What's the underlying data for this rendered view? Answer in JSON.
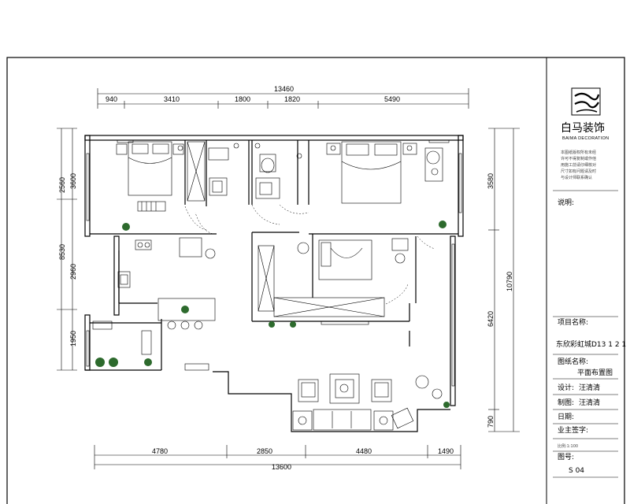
{
  "drawing": {
    "top_dimensions": {
      "total": "13460",
      "segments": [
        "940",
        "3410",
        "1800",
        "1820",
        "5490"
      ]
    },
    "bottom_dimensions": {
      "total": "13600",
      "segments": [
        "4780",
        "2850",
        "4480",
        "1490"
      ]
    },
    "left_dimensions": {
      "outer": [
        "2560",
        "8530",
        "1950"
      ],
      "inner": [
        "3600",
        "2960"
      ]
    },
    "right_dimensions": {
      "outer": [
        "3580",
        "6420",
        "790"
      ],
      "total": "10790"
    }
  },
  "title_block": {
    "company_name": "白马装饰",
    "company_name_en": "BAIMA DECORATION",
    "notice_lines": [
      "本图纸版权所有未经",
      "许可不得复制或作他",
      "用施工前请仔细核对",
      "尺寸如有问题请及时",
      "与设计师联系确认"
    ],
    "description_label": "说明:",
    "project_label": "项目名称:",
    "project_value": "东欣彩虹城D13 1 2 1",
    "drawing_name_label": "图纸名称:",
    "drawing_name_value": "平面布置图",
    "designer_label": "设计:",
    "designer_value": "汪清清",
    "drafter_label": "制图:",
    "drafter_value": "汪清清",
    "date_label": "日期:",
    "client_sign_label": "业主签字:",
    "scale_label": "比例:1:100",
    "drawing_no_label": "图号:",
    "drawing_no_value": "S 04"
  }
}
